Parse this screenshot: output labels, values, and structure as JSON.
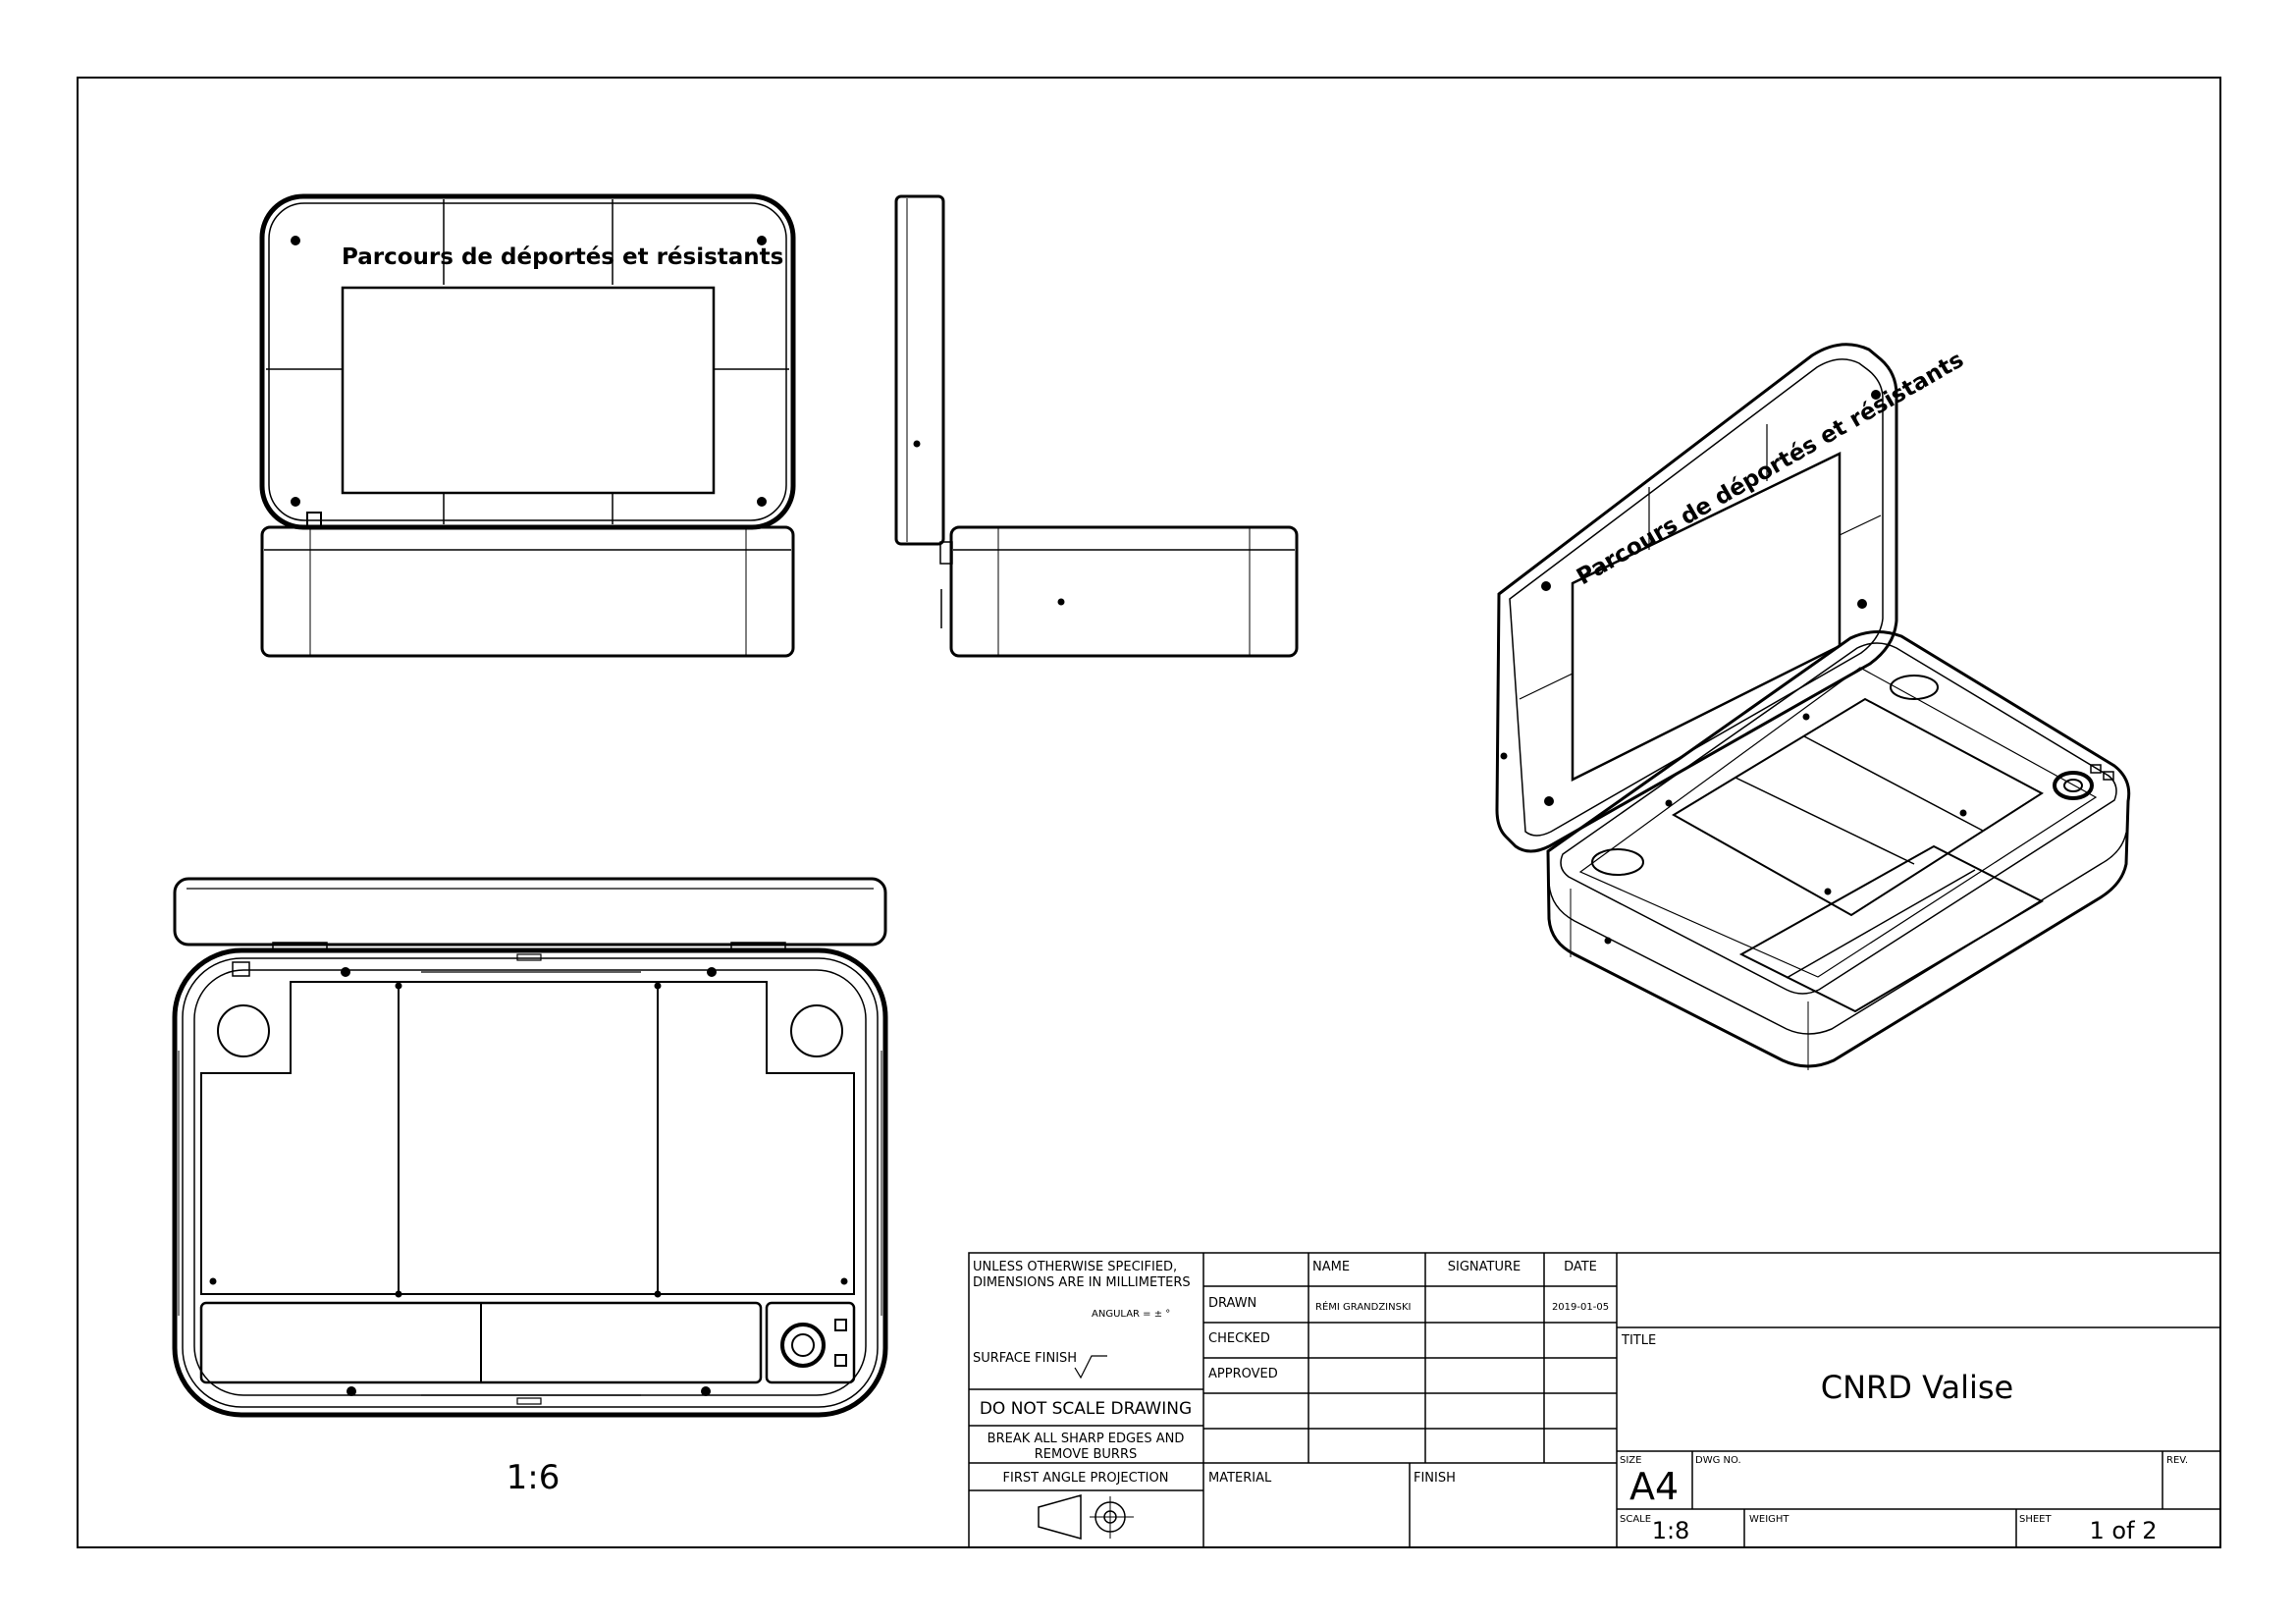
{
  "views": {
    "lid_inscription": "Parcours de déportés et résistants",
    "view_scale": "1:6"
  },
  "title_block": {
    "general_notes": {
      "line1": "UNLESS OTHERWISE SPECIFIED,",
      "line2": "DIMENSIONS ARE IN MILLIMETERS",
      "angular": "ANGULAR = ± °",
      "surface_finish": "SURFACE FINISH",
      "do_not_scale": "DO NOT SCALE DRAWING",
      "edges_line1": "BREAK ALL SHARP EDGES AND",
      "edges_line2": "REMOVE BURRS",
      "projection": "FIRST ANGLE PROJECTION"
    },
    "headers": {
      "name": "NAME",
      "signature": "SIGNATURE",
      "date": "DATE"
    },
    "rows": {
      "drawn": {
        "label": "DRAWN",
        "name": "RÉMI GRANDZINSKI",
        "date": "2019-01-05"
      },
      "checked": {
        "label": "CHECKED"
      },
      "approved": {
        "label": "APPROVED"
      }
    },
    "material_label": "MATERIAL",
    "finish_label": "FINISH",
    "title_label": "TITLE",
    "title": "CNRD Valise",
    "size_label": "SIZE",
    "size": "A4",
    "dwg_label": "DWG NO.",
    "rev_label": "REV.",
    "scale_label": "SCALE",
    "scale": "1:8",
    "weight_label": "WEIGHT",
    "sheet_label": "SHEET",
    "sheet": "1 of 2"
  }
}
